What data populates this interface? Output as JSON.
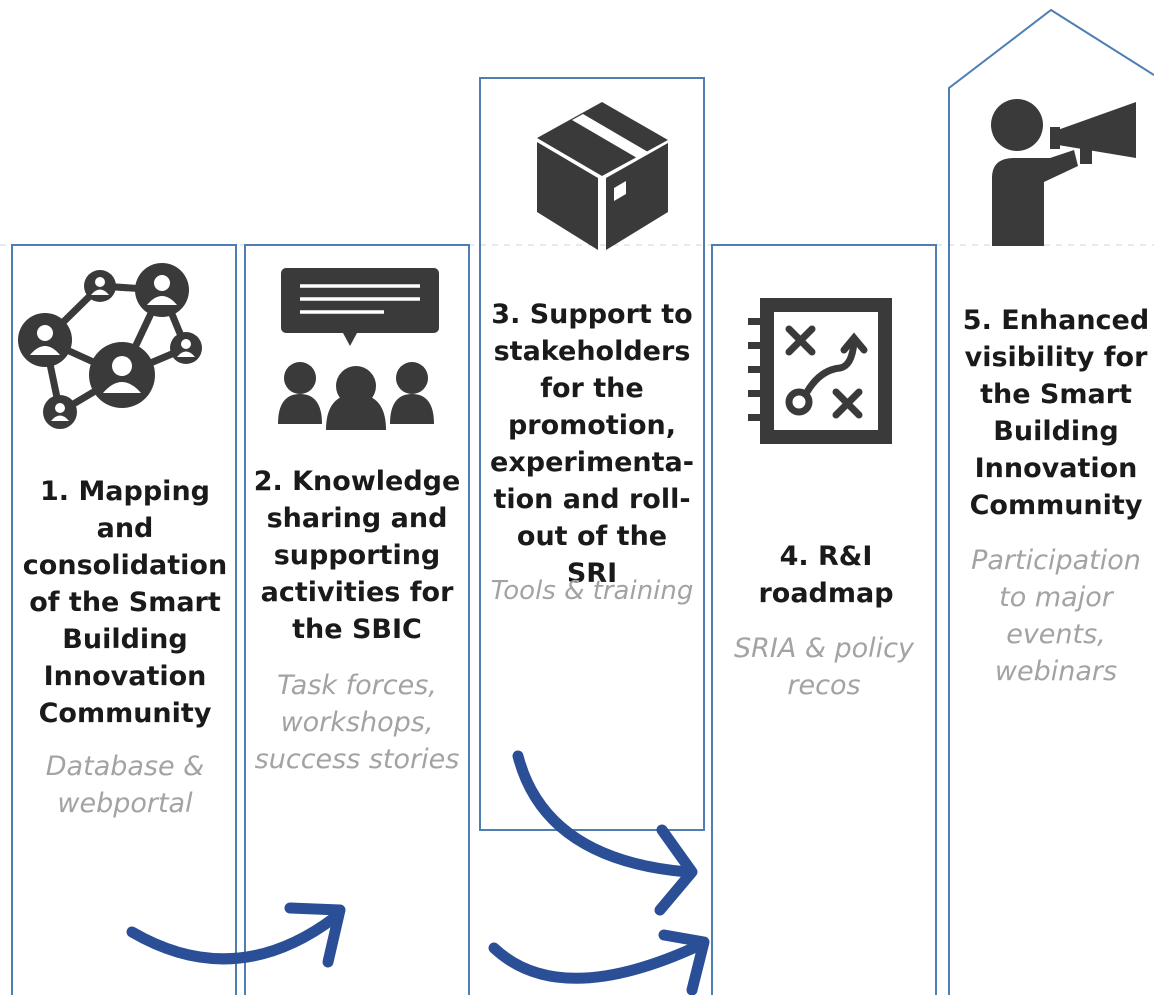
{
  "columns": [
    {
      "title": "1. Mapping and consolidation of the Smart Building Innovation Community",
      "subtitle": "Database & webportal",
      "icon": "network-people-icon"
    },
    {
      "title": "2. Knowledge sharing and supporting activities for the SBIC",
      "subtitle": "Task forces, workshops, success stories",
      "icon": "speech-bubble-group-icon"
    },
    {
      "title": "3. Support to stakeholders for the promotion, experimenta-tion and roll-out of the SRI",
      "subtitle": "Tools & training",
      "icon": "package-box-icon"
    },
    {
      "title": "4. R&I roadmap",
      "subtitle": "SRIA & policy recos",
      "icon": "strategy-notebook-icon"
    },
    {
      "title": "5. Enhanced visibility for the Smart Building Innovation Community",
      "subtitle": "Participation to major events, webinars",
      "icon": "megaphone-person-icon"
    }
  ],
  "colors": {
    "column_border": "#4f7eb3",
    "arrow": "#2b4f96",
    "icon": "#3a3a3a",
    "title": "#1a1a1a",
    "subtitle": "#a3a3a3"
  }
}
